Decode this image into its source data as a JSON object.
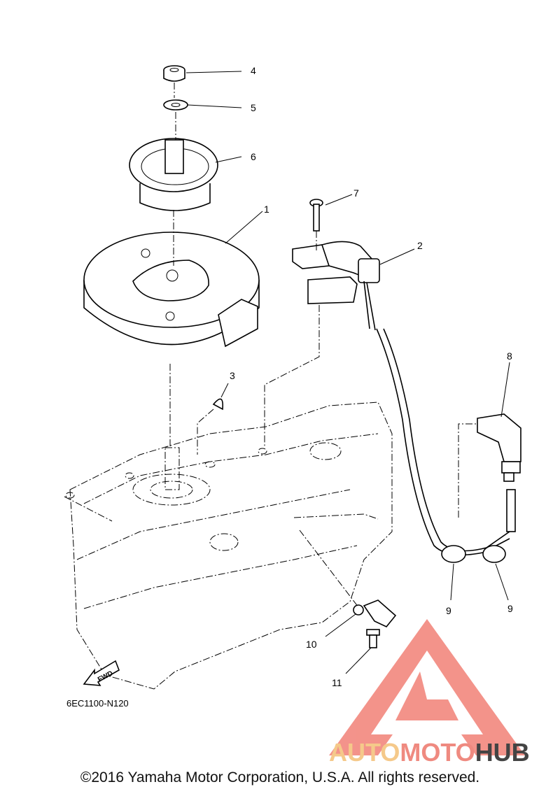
{
  "callouts": [
    {
      "id": "4",
      "label": "4"
    },
    {
      "id": "5",
      "label": "5"
    },
    {
      "id": "6",
      "label": "6"
    },
    {
      "id": "7",
      "label": "7"
    },
    {
      "id": "1",
      "label": "1"
    },
    {
      "id": "2",
      "label": "2"
    },
    {
      "id": "3",
      "label": "3"
    },
    {
      "id": "8",
      "label": "8"
    },
    {
      "id": "9a",
      "label": "9"
    },
    {
      "id": "9b",
      "label": "9"
    },
    {
      "id": "10",
      "label": "10"
    },
    {
      "id": "11",
      "label": "11"
    }
  ],
  "diagram_code": "6EC1100-N120",
  "fwd_label": "FWD",
  "watermark": {
    "part1": "AUTO",
    "part2": "MOTO",
    "part3": "HUB",
    "color1": "#f5c98a",
    "color2": "#ef8a80",
    "color3": "#444444"
  },
  "copyright": "©2016 Yamaha Motor Corporation, U.S.A. All rights reserved."
}
